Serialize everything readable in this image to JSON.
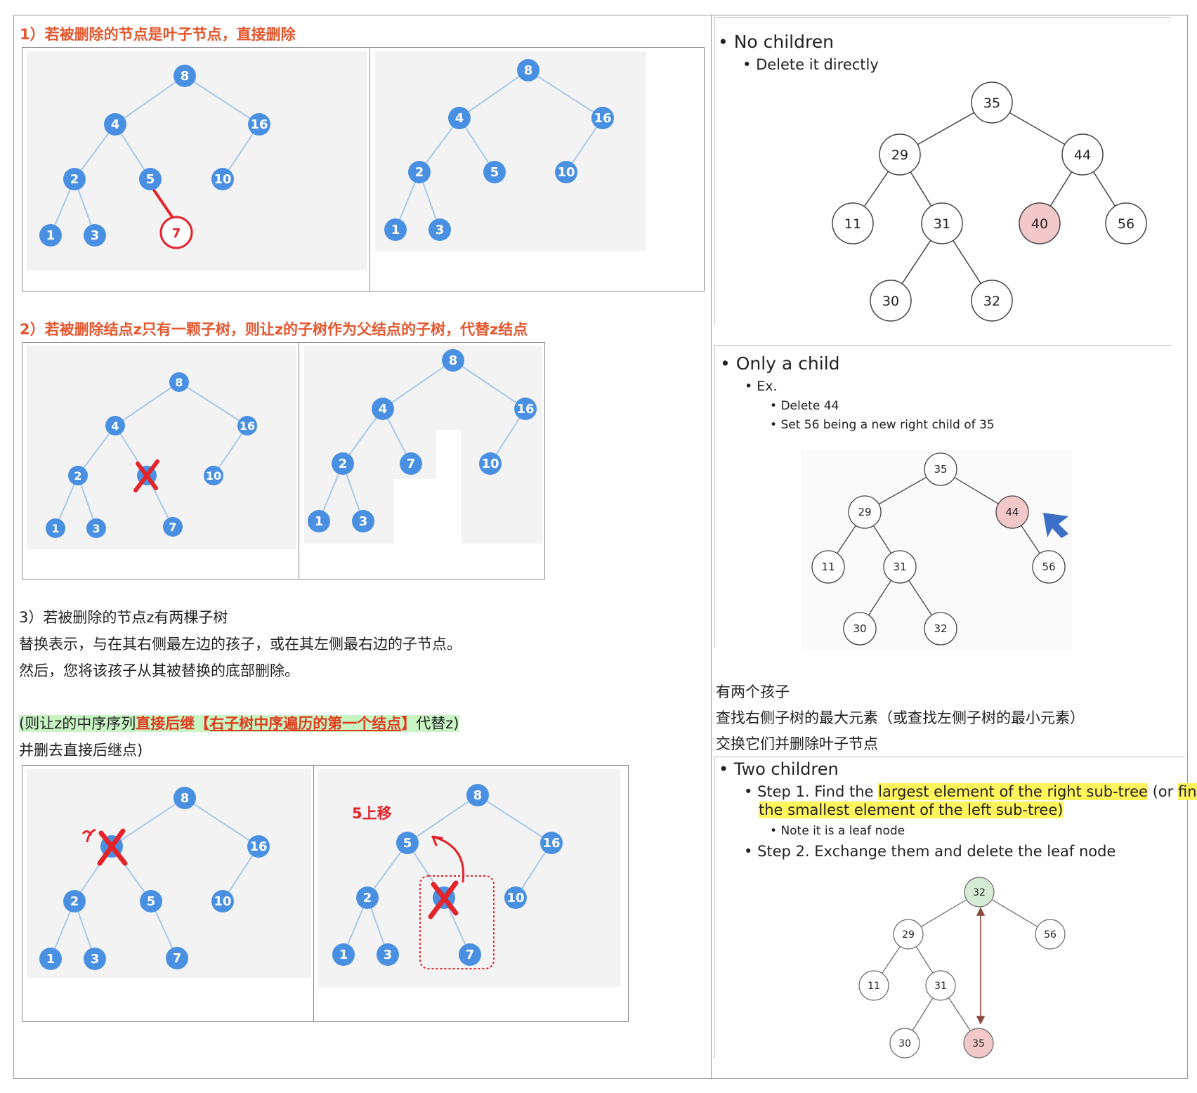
{
  "left": {
    "s1_heading": "1）若被删除的节点是叶子节点，直接删除",
    "s2_heading": "2）若被删除结点z只有一颗子树，则让z的子树作为父结点的子树，代替z结点",
    "s3_line1": "3）若被删除的节点z有两棵子树",
    "s3_line2": "替换表示，与在其右侧最左边的孩子，或在其左侧最右边的子节点。",
    "s3_line3": "然后，您将该孩子从其被替换的底部删除。",
    "s3_line4_a": "(则让z的中序序列",
    "s3_line4_b": "直接后继【",
    "s3_line4_c": "右子树中序遍历的第一个结点",
    "s3_line4_d": "】",
    "s3_line4_e": "代替z)",
    "s3_line5": "并删去直接后继点)",
    "move_up_label": "5上移",
    "t1a": [
      "8",
      "4",
      "16",
      "2",
      "5",
      "10",
      "1",
      "3",
      "7"
    ],
    "t1b": [
      "8",
      "4",
      "16",
      "2",
      "5",
      "10",
      "1",
      "3"
    ],
    "t2a": [
      "8",
      "4",
      "16",
      "2",
      "10",
      "1",
      "3",
      "7"
    ],
    "t2b": [
      "8",
      "4",
      "16",
      "2",
      "7",
      "10",
      "1",
      "3"
    ],
    "t3a": [
      "8",
      "16",
      "2",
      "5",
      "10",
      "1",
      "3",
      "7"
    ],
    "t3b": [
      "8",
      "5",
      "16",
      "2",
      "10",
      "1",
      "3",
      "7"
    ]
  },
  "right": {
    "nochildren_bullet": "No children",
    "nochildren_sub": "Delete it directly",
    "onechild_bullet": "Only a child",
    "onechild_sub": "Ex.",
    "onechild_subsub1": "Delete 44",
    "onechild_subsub2": "Set 56 being a new right child of 35",
    "cn_line1": "有两个孩子",
    "cn_line2": "查找右侧子树的最大元素（或查找左侧子树的最小元素）",
    "cn_line3": "交换它们并删除叶子节点",
    "twochildren_bullet": "Two children",
    "step1_a": "Step 1. Find the ",
    "step1_b": "largest element of the right sub-tree",
    "step1_c": " (or ",
    "step1_d": "find",
    "step1_e": "the smallest element of the left sub-tree)",
    "step1_note": "Note it is a leaf node",
    "step2": "Step 2. Exchange them and delete the leaf node",
    "r1": [
      "35",
      "29",
      "44",
      "11",
      "31",
      "40",
      "56",
      "30",
      "32"
    ],
    "r2": [
      "35",
      "29",
      "44",
      "11",
      "31",
      "56",
      "30",
      "32"
    ],
    "r3": [
      "32",
      "29",
      "56",
      "11",
      "31",
      "30",
      "35"
    ]
  },
  "colors": {
    "blue_node": "#4a90e2",
    "edge_blue": "#a9c8ea",
    "heading_red": "#e4572e",
    "pink_node": "#f2c8c8",
    "green_node": "#d5ecd4",
    "arrow_blue": "#3c6fc6",
    "highlight_yellow": "#fff45c",
    "highlight_green": "#c9f5c4"
  }
}
